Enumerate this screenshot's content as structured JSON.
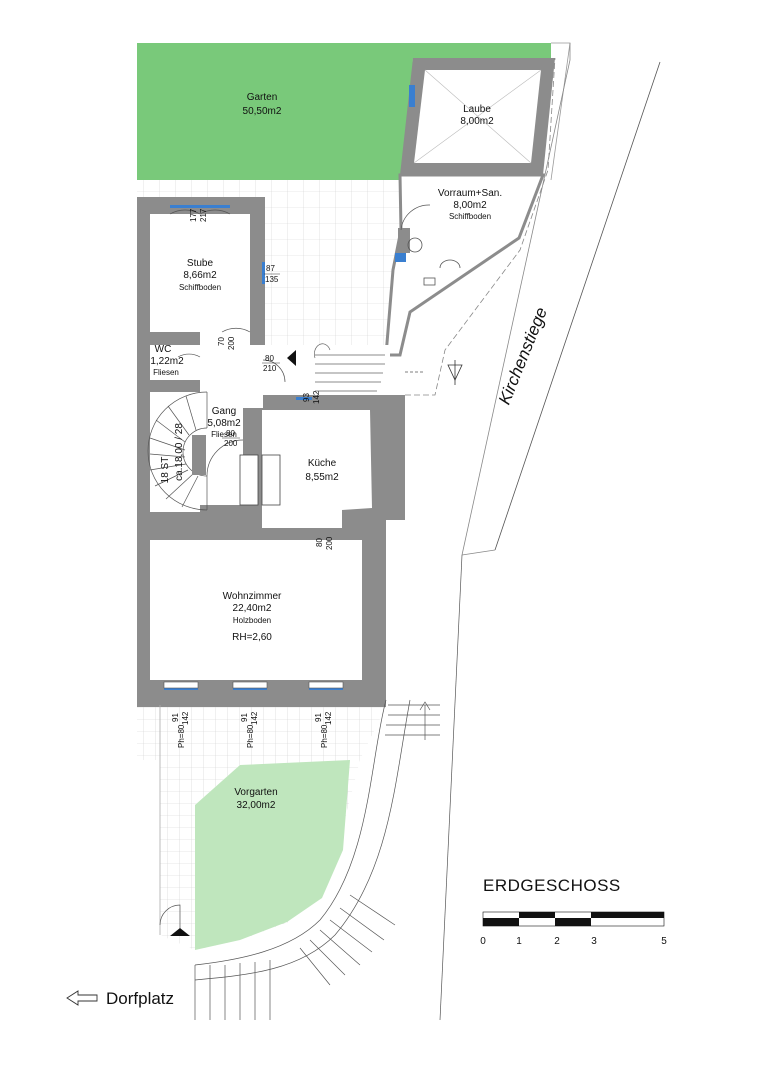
{
  "rooms": {
    "garten": {
      "name": "Garten",
      "area": "50,50m2"
    },
    "laube": {
      "name": "Laube",
      "area": "8,00m2"
    },
    "vorraum": {
      "name": "Vorraum+San.",
      "area": "8,00m2",
      "floor": "Schiffboden"
    },
    "stube": {
      "name": "Stube",
      "area": "8,66m2",
      "floor": "Schiffboden"
    },
    "wc": {
      "name": "WC",
      "area": "1,22m2",
      "floor": "Fliesen"
    },
    "gang": {
      "name": "Gang",
      "area": "5,08m2",
      "floor": "Fliesen"
    },
    "kueche": {
      "name": "Küche",
      "area": "8,55m2"
    },
    "wohnzimmer": {
      "name": "Wohnzimmer",
      "area": "22,40m2",
      "floor": "Holzboden",
      "height": "RH=2,60"
    },
    "vorgarten": {
      "name": "Vorgarten",
      "area": "32,00m2"
    }
  },
  "stair": {
    "steps": "18 ST",
    "ratio": "ca.18,00 / 28"
  },
  "openings": {
    "stube_top": {
      "w": "177",
      "h": "217"
    },
    "stube_right": {
      "w": "87",
      "h": "135"
    },
    "wc_door": {
      "w": "70",
      "h": "200"
    },
    "gang_door": {
      "w": "80",
      "h": "210"
    },
    "kueche_win": {
      "w": "93",
      "h": "142"
    },
    "gang_kueche": {
      "w": "80",
      "h": "200"
    },
    "wohn_door": {
      "w": "80",
      "h": "200"
    },
    "wohn_win1": {
      "ph": "Ph=80",
      "w": "91",
      "h": "142"
    },
    "wohn_win2": {
      "ph": "Ph=80",
      "w": "91",
      "h": "142"
    },
    "wohn_win3": {
      "ph": "Ph=80",
      "w": "91",
      "h": "142"
    }
  },
  "street": "Kirchenstiege",
  "floor_title": "ERDGESCHOSS",
  "scale": {
    "ticks": [
      "0",
      "1",
      "2",
      "3",
      "5"
    ]
  },
  "direction_label": "Dorfplatz",
  "colors": {
    "garden": "#79c97a",
    "front_garden": "#bfe6bd",
    "wall": "#8c8c8c",
    "window": "#3a7fd0"
  }
}
